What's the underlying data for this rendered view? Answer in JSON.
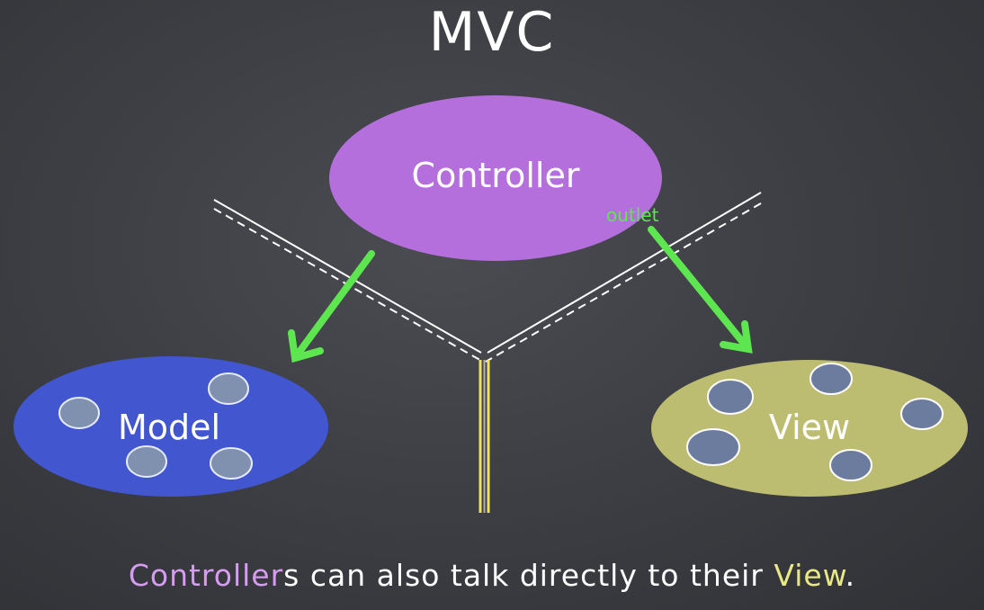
{
  "title": "MVC",
  "nodes": {
    "controller": "Controller",
    "model": "Model",
    "view": "View"
  },
  "labels": {
    "outlet": "outlet"
  },
  "caption": {
    "part1": "Controller",
    "part2": "s can also talk directly to their ",
    "part3": "View",
    "part4": "."
  },
  "colors": {
    "controller": "#b46fdc",
    "model": "#4257cf",
    "view": "#bdbd72",
    "arrow": "#5ee650",
    "caption_controller": "#d59cf0",
    "caption_view": "#e8e886"
  }
}
